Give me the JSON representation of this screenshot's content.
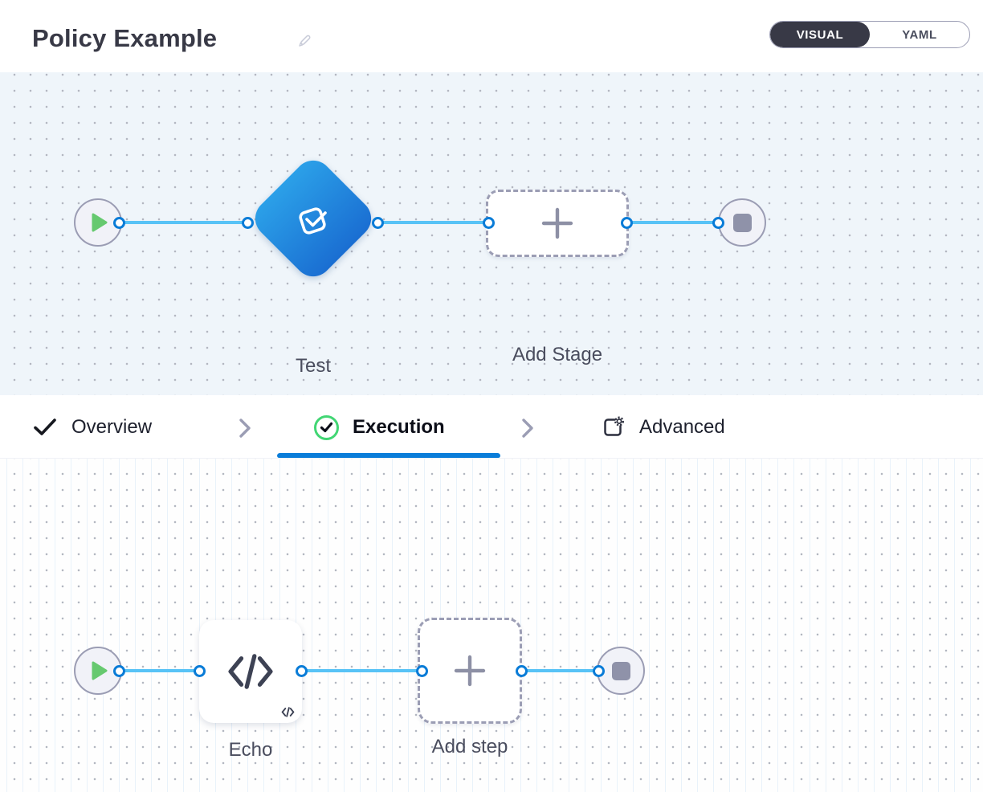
{
  "header": {
    "title": "Policy Example",
    "toggle": {
      "visual": "VISUAL",
      "yaml": "YAML",
      "selected": "VISUAL"
    }
  },
  "stage_pipeline": {
    "stage_label": "Test",
    "add_stage_label": "Add Stage"
  },
  "tabs": {
    "overview": "Overview",
    "execution": "Execution",
    "advanced": "Advanced",
    "active": "Execution"
  },
  "step_pipeline": {
    "step_label": "Echo",
    "add_step_label": "Add step"
  },
  "icons": {
    "edit": "pencil-icon",
    "stage": "approval-check-icon",
    "start": "play-icon",
    "end": "stop-icon",
    "add": "plus-icon",
    "step": "code-icon",
    "overview": "check-icon",
    "execution": "check-circle-icon",
    "advanced": "advanced-settings-icon",
    "separator": "chevron-right-icon"
  },
  "colors": {
    "accent_blue": "#0a7dd9",
    "connector_line": "#58c3f6",
    "diamond_gradient_start": "#2ba0e8",
    "diamond_gradient_end": "#1a6ed2",
    "success_green": "#42d674",
    "play_green": "#66c96f",
    "dark_slate": "#383946",
    "node_gray": "#9b9db4",
    "stage_canvas_bg": "#eff5fa"
  }
}
